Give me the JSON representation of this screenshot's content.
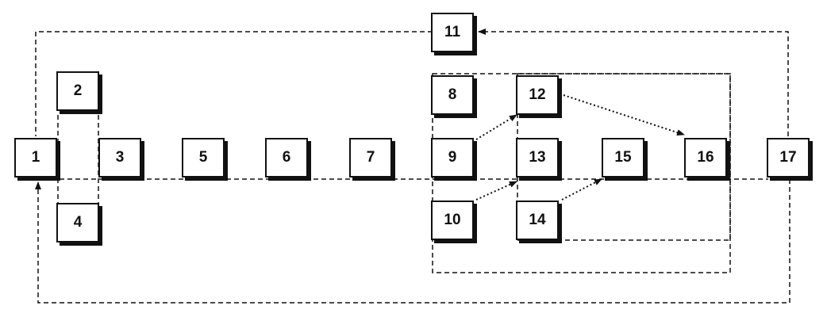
{
  "diagram": {
    "colors": {
      "ink": "#111111",
      "background": "#ffffff"
    },
    "nodes": [
      {
        "id": "1",
        "label": "1"
      },
      {
        "id": "2",
        "label": "2"
      },
      {
        "id": "3",
        "label": "3"
      },
      {
        "id": "4",
        "label": "4"
      },
      {
        "id": "5",
        "label": "5"
      },
      {
        "id": "6",
        "label": "6"
      },
      {
        "id": "7",
        "label": "7"
      },
      {
        "id": "8",
        "label": "8"
      },
      {
        "id": "9",
        "label": "9"
      },
      {
        "id": "10",
        "label": "10"
      },
      {
        "id": "11",
        "label": "11"
      },
      {
        "id": "12",
        "label": "12"
      },
      {
        "id": "13",
        "label": "13"
      },
      {
        "id": "14",
        "label": "14"
      },
      {
        "id": "15",
        "label": "15"
      },
      {
        "id": "16",
        "label": "16"
      },
      {
        "id": "17",
        "label": "17"
      }
    ],
    "edges": [
      {
        "from": "9",
        "to": "12",
        "style": "dotted",
        "arrow": true
      },
      {
        "from": "10",
        "to": "13",
        "style": "dotted",
        "arrow": true
      },
      {
        "from": "14",
        "to": "15",
        "style": "dotted",
        "arrow": true
      },
      {
        "from": "12",
        "to": "16",
        "style": "dotted",
        "arrow": true
      },
      {
        "from": "17",
        "to": "11",
        "style": "dashed",
        "arrow": true
      },
      {
        "from": "17",
        "to": "1",
        "style": "dashed",
        "arrow": true
      },
      {
        "from": "11",
        "to": "1",
        "style": "dashed",
        "arrow": false
      },
      {
        "from": "1",
        "to": "17",
        "style": "dashed",
        "arrow": false
      }
    ]
  }
}
